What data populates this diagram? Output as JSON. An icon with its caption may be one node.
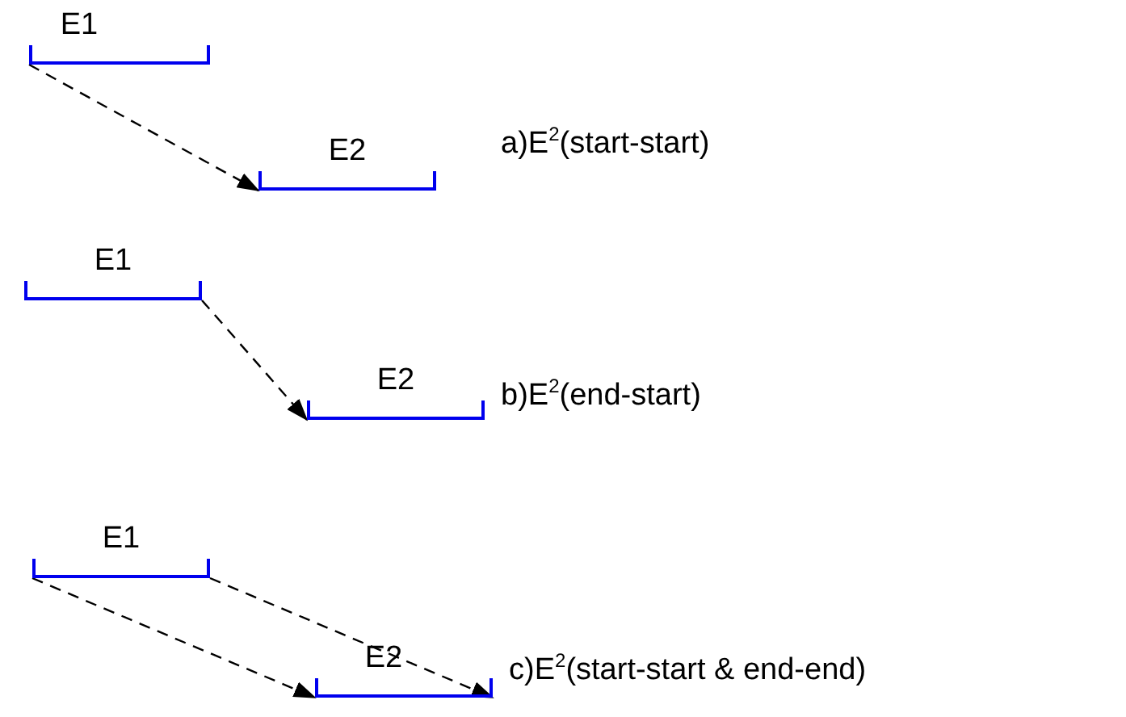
{
  "diagram": {
    "nodes": [
      {
        "text": [
          "E1"
        ]
      },
      {
        "text": [
          "E2"
        ]
      },
      {
        "text": [
          "E1"
        ]
      },
      {
        "text": [
          "E2"
        ]
      },
      {
        "text": [
          "E1"
        ]
      },
      {
        "text": [
          "E2"
        ]
      }
    ],
    "edges": [
      {
        "from": 0,
        "to": 1,
        "arrow": "to",
        "style": "dashed"
      },
      {
        "from": 2,
        "to": 3,
        "arrow": "to",
        "style": "dashed"
      },
      {
        "from": 4,
        "to": 5,
        "arrow": "to",
        "style": "dashed"
      },
      {
        "from": 4,
        "to": 5,
        "arrow": "to",
        "style": "dashed"
      }
    ],
    "labels": [
      "a)E$^{2}$(start-start)",
      "b)E$^{2}$(end-start)",
      "c)E$^{2}$(start-start & end-end)"
    ]
  }
}
